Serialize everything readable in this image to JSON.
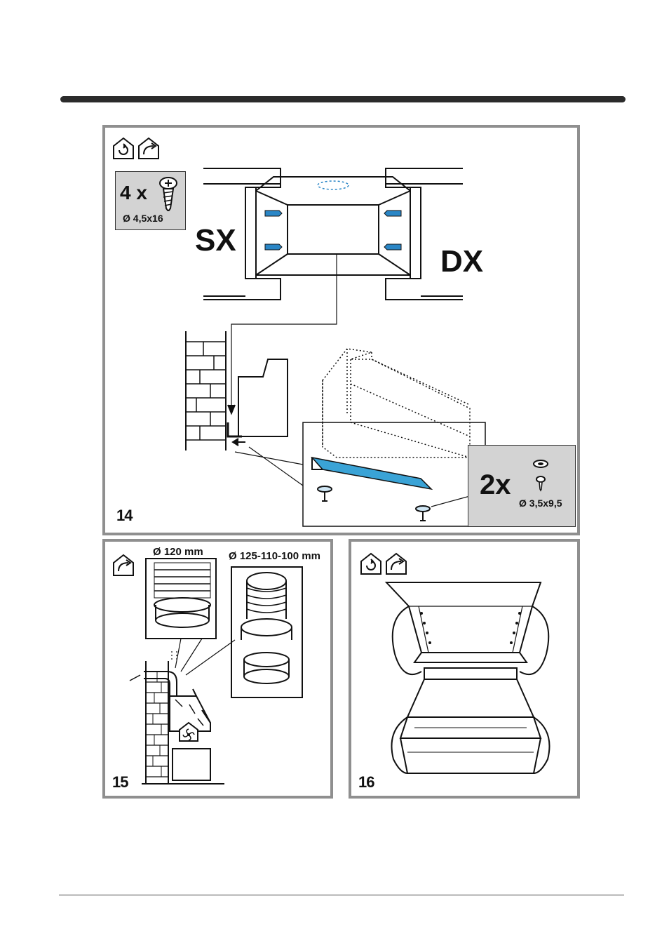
{
  "panel14": {
    "number": "14",
    "screw_box": {
      "count": "4 x",
      "size": "Ø 4,5x16"
    },
    "left_label": "SX",
    "right_label": "DX",
    "bracket_box": {
      "count": "2x",
      "size": "Ø 3,5x9,5"
    }
  },
  "panel15": {
    "number": "15",
    "duct_small_label": "Ø 120 mm",
    "duct_large_label": "Ø 125-110-100 mm"
  },
  "panel16": {
    "number": "16"
  },
  "icons": [
    "recirculation-house-icon",
    "ducted-house-icon",
    "fan-house-icon",
    "screw-icon",
    "washer-icon"
  ]
}
